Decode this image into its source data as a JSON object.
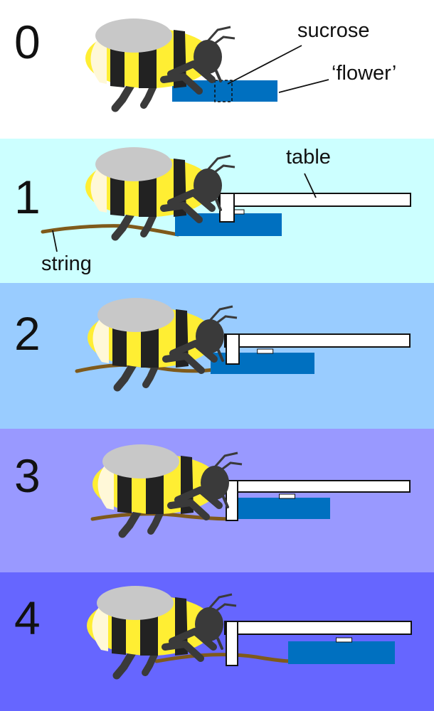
{
  "colors": {
    "panel_0": "#ffffff",
    "panel_1": "#ccffff",
    "panel_2": "#99ccff",
    "panel_3": "#9999ff",
    "panel_4": "#6666ff",
    "flower": "#0070c0",
    "string": "#7f5a1b",
    "table": "#ffffff",
    "bee_yellow": "#ffee33",
    "bee_black": "#222222",
    "bee_cream": "#fff8d8",
    "bee_legs": "#3a3a3a",
    "wing": "#c8c8c8"
  },
  "panels": [
    {
      "number": "0"
    },
    {
      "number": "1"
    },
    {
      "number": "2"
    },
    {
      "number": "3"
    },
    {
      "number": "4"
    }
  ],
  "labels": {
    "sucrose": "sucrose",
    "flower": "‘flower’",
    "table": "table",
    "string": "string"
  },
  "icons": [
    "bumblebee-icon",
    "flower-disc-icon",
    "table-icon",
    "string-icon",
    "sucrose-well-icon"
  ]
}
